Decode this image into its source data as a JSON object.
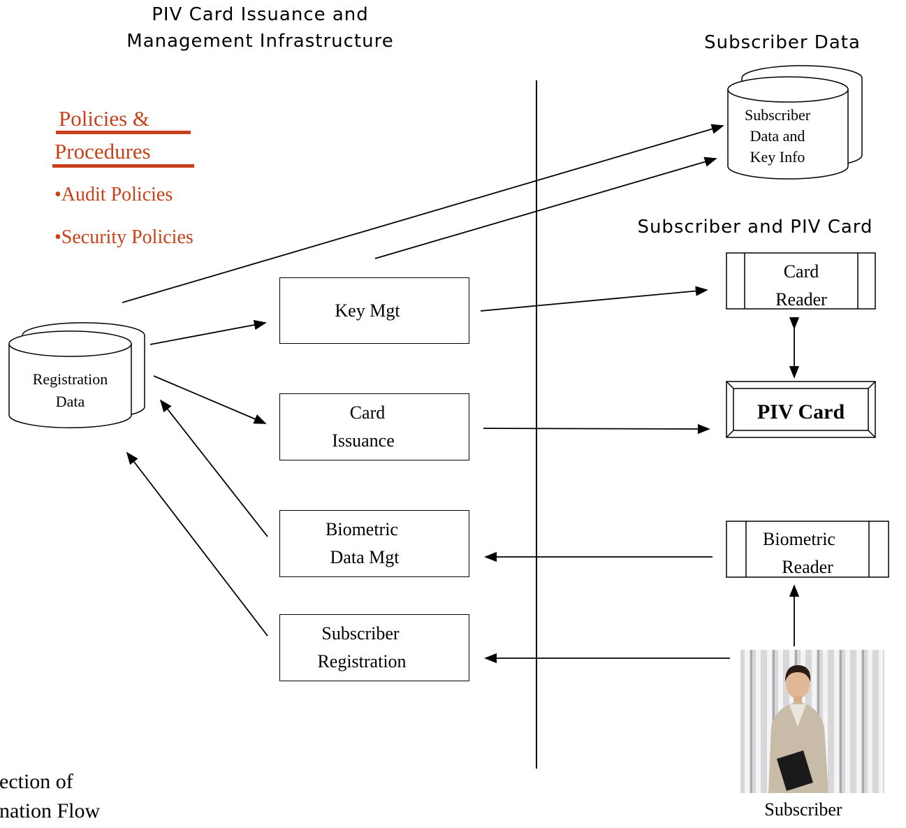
{
  "headings": {
    "left": "PIV Card Issuance and Management Infrastructure",
    "left_line1": "PIV Card Issuance and",
    "left_line2": "Management Infrastructure",
    "subscriber_data": "Subscriber Data",
    "subscriber_card": "Subscriber and PIV Card"
  },
  "policies": {
    "title_line1": "Policies &",
    "title_line2": "Procedures",
    "items": [
      "•Audit Policies",
      "•Security Policies"
    ]
  },
  "stores": {
    "registration": {
      "line1": "Registration",
      "line2": "Data"
    },
    "subscriber": {
      "line1": "Subscriber",
      "line2": "Data and",
      "line3": "Key Info"
    }
  },
  "processes": {
    "key_mgt": "Key Mgt",
    "card_issuance": {
      "line1": "Card",
      "line2": "Issuance"
    },
    "biometric_data_mgt": {
      "line1": "Biometric",
      "line2": "Data Mgt"
    },
    "subscriber_registration": {
      "line1": "Subscriber",
      "line2": "Registration"
    }
  },
  "devices": {
    "card_reader": {
      "line1": "Card",
      "line2": "Reader"
    },
    "piv_card": "PIV Card",
    "biometric_reader": {
      "line1": "Biometric",
      "line2": "Reader"
    }
  },
  "subscriber_label": "Subscriber",
  "footer_note": {
    "line1": "ection of",
    "line2": "nation Flow"
  },
  "colors": {
    "policy_text": "#c8401a",
    "line": "#000000"
  }
}
